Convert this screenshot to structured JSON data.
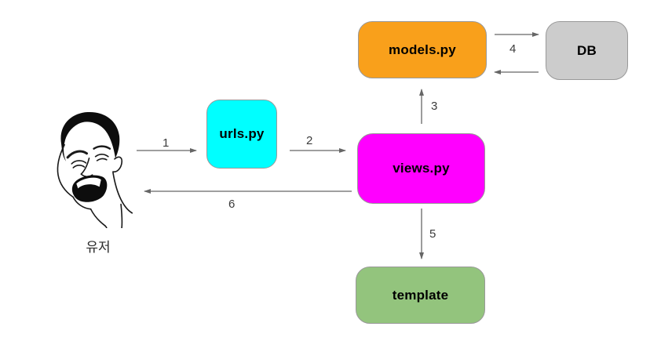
{
  "diagram": {
    "actor": {
      "label": "유저"
    },
    "nodes": {
      "urls": {
        "label": "urls.py",
        "fill": "#00ffff"
      },
      "views": {
        "label": "views.py",
        "fill": "#ff00ff"
      },
      "models": {
        "label": "models.py",
        "fill": "#f9a01b"
      },
      "db": {
        "label": "DB",
        "fill": "#cccccc"
      },
      "template": {
        "label": "template",
        "fill": "#93c47d"
      }
    },
    "arrows": [
      {
        "label": "1",
        "from": "user",
        "to": "urls.py",
        "direction": "right"
      },
      {
        "label": "2",
        "from": "urls.py",
        "to": "views.py",
        "direction": "right"
      },
      {
        "label": "3",
        "from": "views.py",
        "to": "models.py",
        "direction": "up"
      },
      {
        "label": "4",
        "from": "models.py",
        "to": "DB",
        "direction": "both"
      },
      {
        "label": "5",
        "from": "views.py",
        "to": "template",
        "direction": "down"
      },
      {
        "label": "6",
        "from": "views.py",
        "to": "user",
        "direction": "left"
      }
    ],
    "colors": {
      "arrow": "#666666",
      "node_border": "#999999",
      "background": "#ffffff",
      "label_text": "#3b3b3b"
    }
  }
}
